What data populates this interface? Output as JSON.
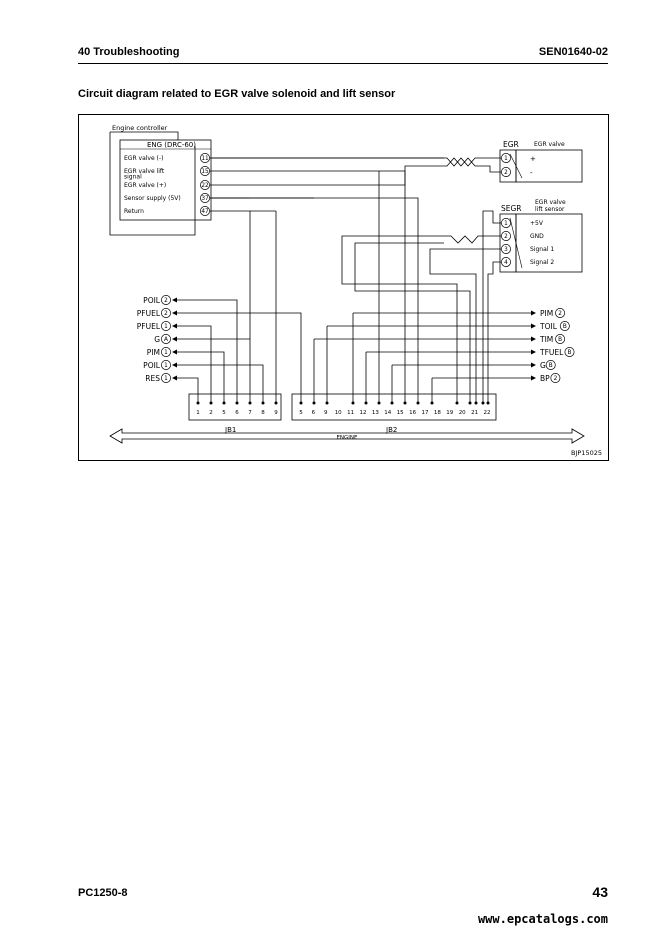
{
  "header": {
    "section": "40 Troubleshooting",
    "doc_id": "SEN01640-02"
  },
  "title": "Circuit diagram related to EGR valve solenoid and lift sensor",
  "controller": {
    "caption": "Engine controller",
    "name": "ENG (DRC-60)",
    "pins": [
      {
        "num": "11",
        "label": "EGR valve (-)"
      },
      {
        "num": "15",
        "label": "EGR valve lift signal"
      },
      {
        "num": "22",
        "label": "EGR valve (+)"
      },
      {
        "num": "37",
        "label": "Sensor supply (5V)"
      },
      {
        "num": "47",
        "label": "Return"
      }
    ]
  },
  "egr": {
    "name": "EGR",
    "caption": "EGR valve",
    "pins": [
      {
        "num": "1",
        "label": "+"
      },
      {
        "num": "2",
        "label": "-"
      }
    ]
  },
  "segr": {
    "name": "SEGR",
    "caption": "EGR valve lift sensor",
    "pins": [
      {
        "num": "1",
        "label": "+5V"
      },
      {
        "num": "2",
        "label": "GND"
      },
      {
        "num": "3",
        "label": "Signal 1"
      },
      {
        "num": "4",
        "label": "Signal 2"
      }
    ]
  },
  "left_labels": [
    {
      "name": "POIL",
      "num": "2"
    },
    {
      "name": "PFUEL",
      "num": "2"
    },
    {
      "name": "PFUEL",
      "num": "1"
    },
    {
      "name": "G",
      "num": "A"
    },
    {
      "name": "PIM",
      "num": "1"
    },
    {
      "name": "POIL",
      "num": "1"
    },
    {
      "name": "RES",
      "num": "1"
    }
  ],
  "right_labels": [
    {
      "name": "PIM",
      "num": "2"
    },
    {
      "name": "TOIL",
      "num": "B"
    },
    {
      "name": "TIM",
      "num": "B"
    },
    {
      "name": "TFUEL",
      "num": "B"
    },
    {
      "name": "G",
      "num": "B"
    },
    {
      "name": "BP",
      "num": "2"
    }
  ],
  "jb1": {
    "name": "JB1",
    "pins": [
      "1",
      "2",
      "5",
      "6",
      "7",
      "8",
      "9"
    ]
  },
  "jb2": {
    "name": "JB2",
    "pins": [
      "5",
      "6",
      "9",
      "10",
      "11",
      "12",
      "13",
      "14",
      "15",
      "16",
      "17",
      "18",
      "19",
      "20",
      "21",
      "22"
    ]
  },
  "engine_label": "ENGINE",
  "figure_id": "BJP15025",
  "footer": {
    "model": "PC1250-8",
    "page": "43",
    "url": "www.epcatalogs.com"
  }
}
